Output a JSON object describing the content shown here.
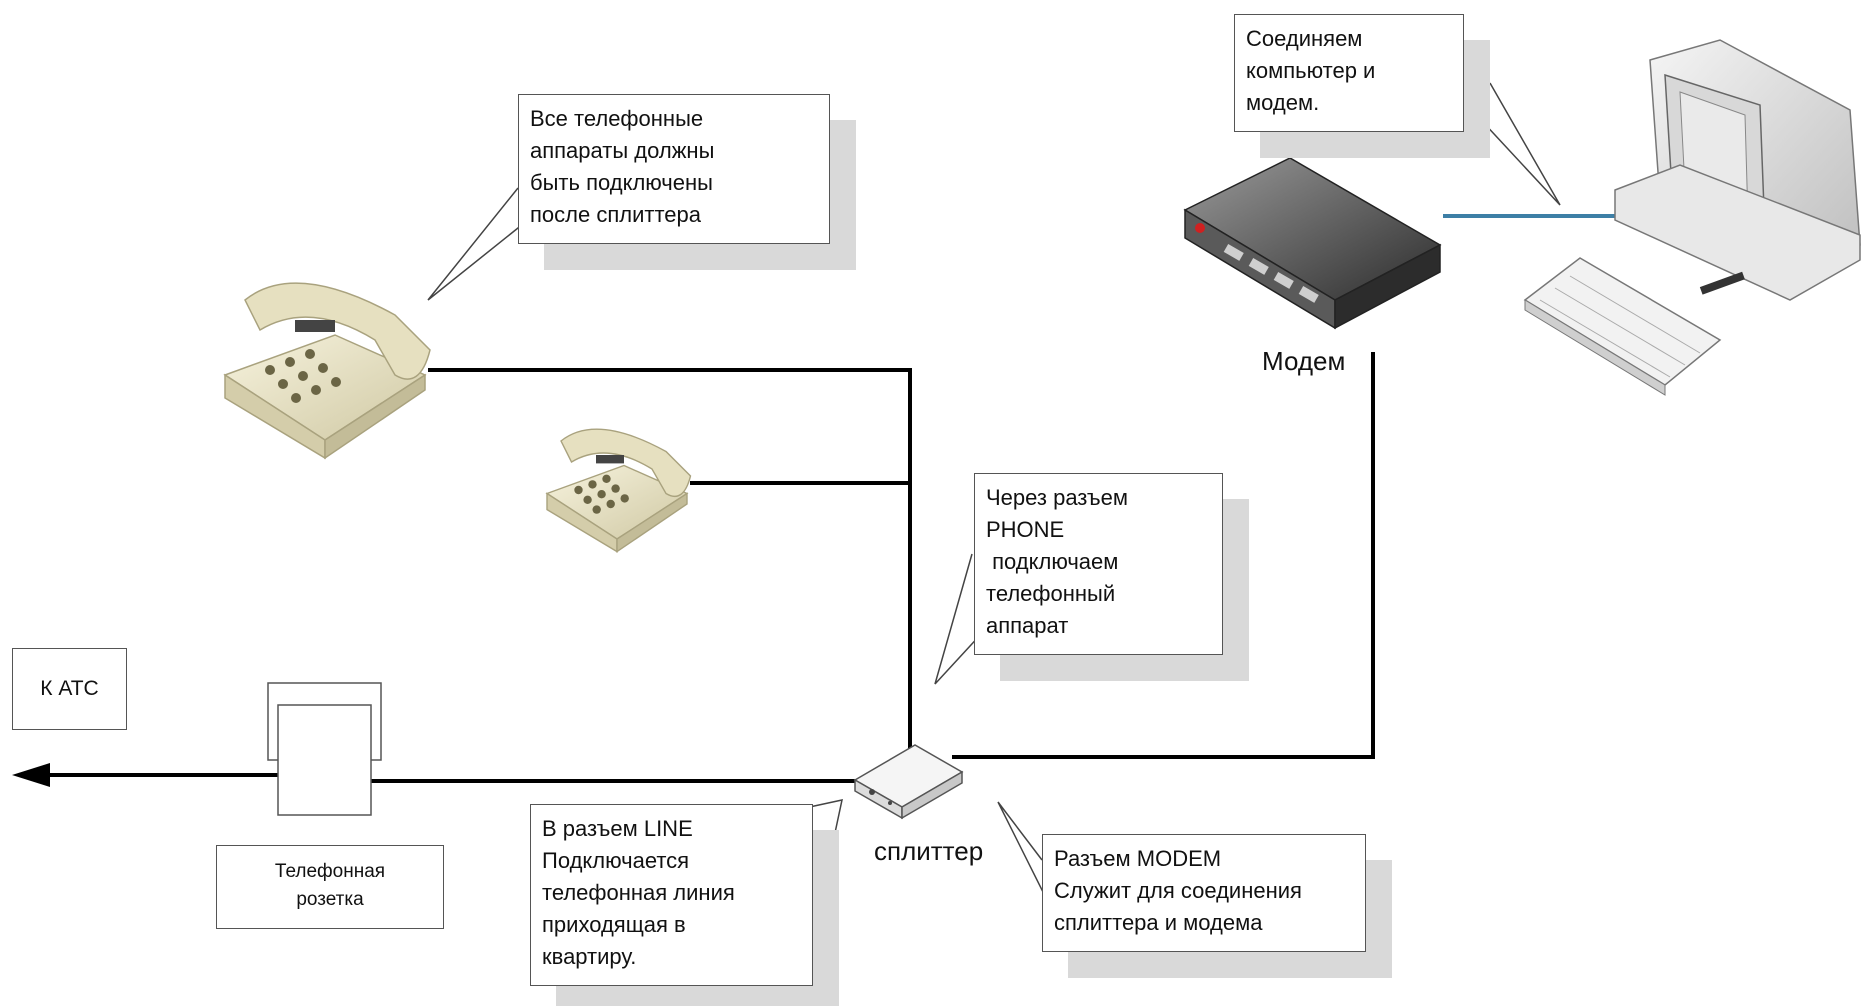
{
  "diagram": {
    "callouts": {
      "phones": [
        "Все телефонные",
        "аппараты должны",
        "быть подключены",
        "после сплиттера"
      ],
      "connect": [
        "Соединяем",
        "компьютер и",
        "модем."
      ],
      "phone_port": [
        "Через разъем",
        "PHONE",
        " подключаем",
        "телефонный",
        "аппарат"
      ],
      "line_port": [
        "В разъем LINE",
        "Подключается",
        "телефонная линия",
        "приходящая в",
        "квартиру."
      ],
      "modem_port": [
        "Разъем MODEM",
        "Служит для соединения",
        "сплиттера и модема"
      ]
    },
    "ats_label": "К АТС",
    "socket_label": [
      "Телефонная",
      "розетка"
    ],
    "modem_label": "Модем",
    "splitter_label": "сплиттер",
    "colors": {
      "wire": "#000000",
      "lan_cable": "#3d7fa6",
      "callout_shadow": "#d9d9d9",
      "phone_body": "#ece7cc",
      "modem_body": "#4a4a4a"
    }
  }
}
